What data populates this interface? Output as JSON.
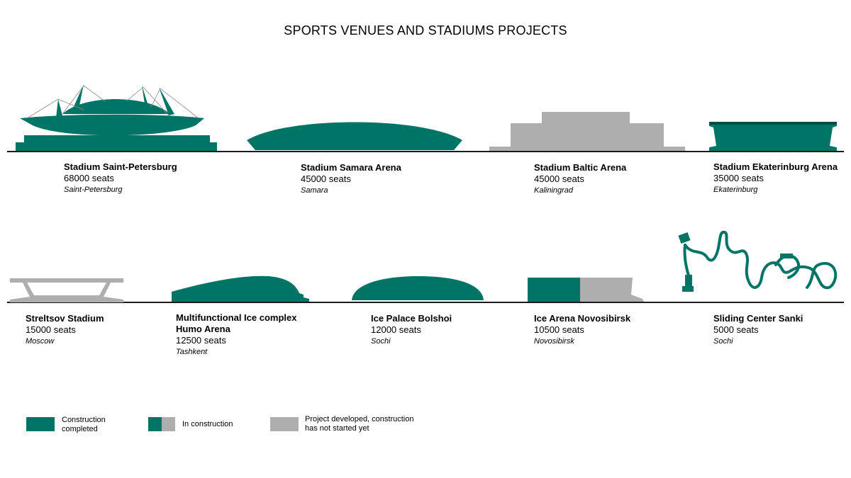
{
  "title": "SPORTS VENUES AND STADIUMS PROJECTS",
  "colors": {
    "completed": "#007566",
    "planned": "#aeaeae",
    "ground": "#1a1a1a"
  },
  "venues": [
    {
      "name": "Stadium Saint-Petersburg",
      "seats": "68000 seats",
      "city": "Saint-Petersburg",
      "status": "completed"
    },
    {
      "name": "Stadium Samara Arena",
      "seats": "45000 seats",
      "city": "Samara",
      "status": "completed"
    },
    {
      "name": "Stadium Baltic Arena",
      "seats": "45000 seats",
      "city": "Kaliningrad",
      "status": "planned"
    },
    {
      "name": "Stadium Ekaterinburg Arena",
      "seats": "35000 seats",
      "city": "Ekaterinburg",
      "status": "completed"
    },
    {
      "name": "Streltsov Stadium",
      "seats": "15000 seats",
      "city": "Moscow",
      "status": "planned"
    },
    {
      "name": "Multifunctional Ice complex Humo Arena",
      "name_line1": "Multifunctional Ice complex",
      "name_line2": "Humo Arena",
      "seats": "12500 seats",
      "city": "Tashkent",
      "status": "completed"
    },
    {
      "name": "Ice Palace Bolshoi",
      "seats": "12000 seats",
      "city": "Sochi",
      "status": "completed"
    },
    {
      "name": "Ice Arena Novosibirsk",
      "seats": "10500 seats",
      "city": "Novosibirsk",
      "status": "in-construction"
    },
    {
      "name": "Sliding Center Sanki",
      "seats": "5000 seats",
      "city": "Sochi",
      "status": "completed"
    }
  ],
  "legend": [
    {
      "line1": "Construction",
      "line2": "completed"
    },
    {
      "line1": "In construction",
      "line2": ""
    },
    {
      "line1": "Project developed, construction",
      "line2": "has not started yet"
    }
  ]
}
